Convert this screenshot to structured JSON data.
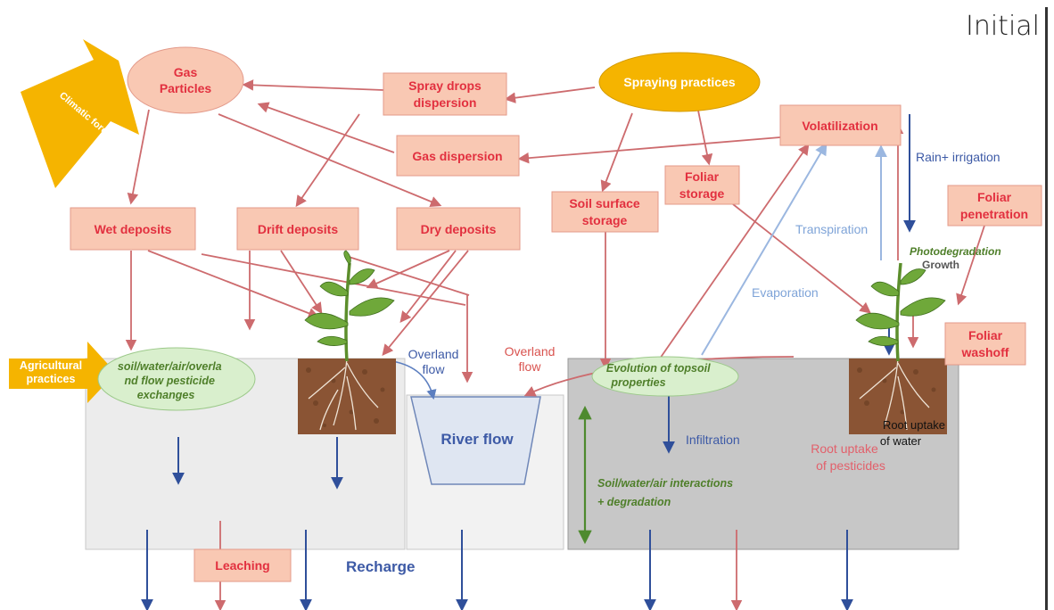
{
  "header": {
    "corner_label": "Initial"
  },
  "boxes": {
    "spray_drops": "Spray drops dispersion",
    "gas_dispersion": "Gas dispersion",
    "volatilization": "Volatilization",
    "wet_deposits": "Wet deposits",
    "drift_deposits": "Drift deposits",
    "dry_deposits": "Dry deposits",
    "soil_surface_storage": "Soil surface storage",
    "foliar_storage": "Foliar storage",
    "foliar_penetration": "Foliar penetration",
    "foliar_washoff": "Foliar washoff",
    "leaching": "Leaching"
  },
  "ellipses": {
    "gas_particles": "Gas Particles",
    "spraying_practices": "Spraying practices",
    "soil_exchanges": "soil/water/air/overland flow pesticide exchanges",
    "topsoil_evolution": "Evolution of topsoil properties"
  },
  "arrows": {
    "climatic_forcing": "Climatic forcing",
    "agricultural_practices": "Agricultural practices"
  },
  "river": {
    "label": "River flow"
  },
  "labels": {
    "overland_flow_blue": "Overland flow",
    "overland_flow_red": "Overland flow",
    "rain_irrigation": "Rain+ irrigation",
    "transpiration": "Transpiration",
    "evaporation": "Evaporation",
    "photodegradation": "Photodegradation",
    "growth": "Growth",
    "infiltration": "Infiltration",
    "root_uptake_water": "Root uptake of water",
    "root_uptake_pesticides": "Root uptake of pesticides",
    "soil_interactions": "Soil/water/air interactions + degradation",
    "recharge": "Recharge"
  },
  "colors": {
    "box_fill": "#f9c8b3",
    "box_stroke": "#e39a8a",
    "box_text": "#e2303f",
    "ellipse_fill": "#f9c8b3",
    "spraying_fill": "#f5b400",
    "orange_arrow": "#f5b400",
    "green_ellipse_fill": "#d9efcd",
    "green_text": "#4f7f2a",
    "red_arrow": "#cd6b6e",
    "blue_arrow": "#2f4f9a",
    "light_blue_arrow": "#9bb7e0",
    "soil_left": "#ececec",
    "soil_right": "#c7c7c7",
    "river_fill": "#dfe6f2",
    "green_arrow": "#4e8a2e"
  },
  "icons": [
    "plant-icon",
    "plant-icon"
  ]
}
